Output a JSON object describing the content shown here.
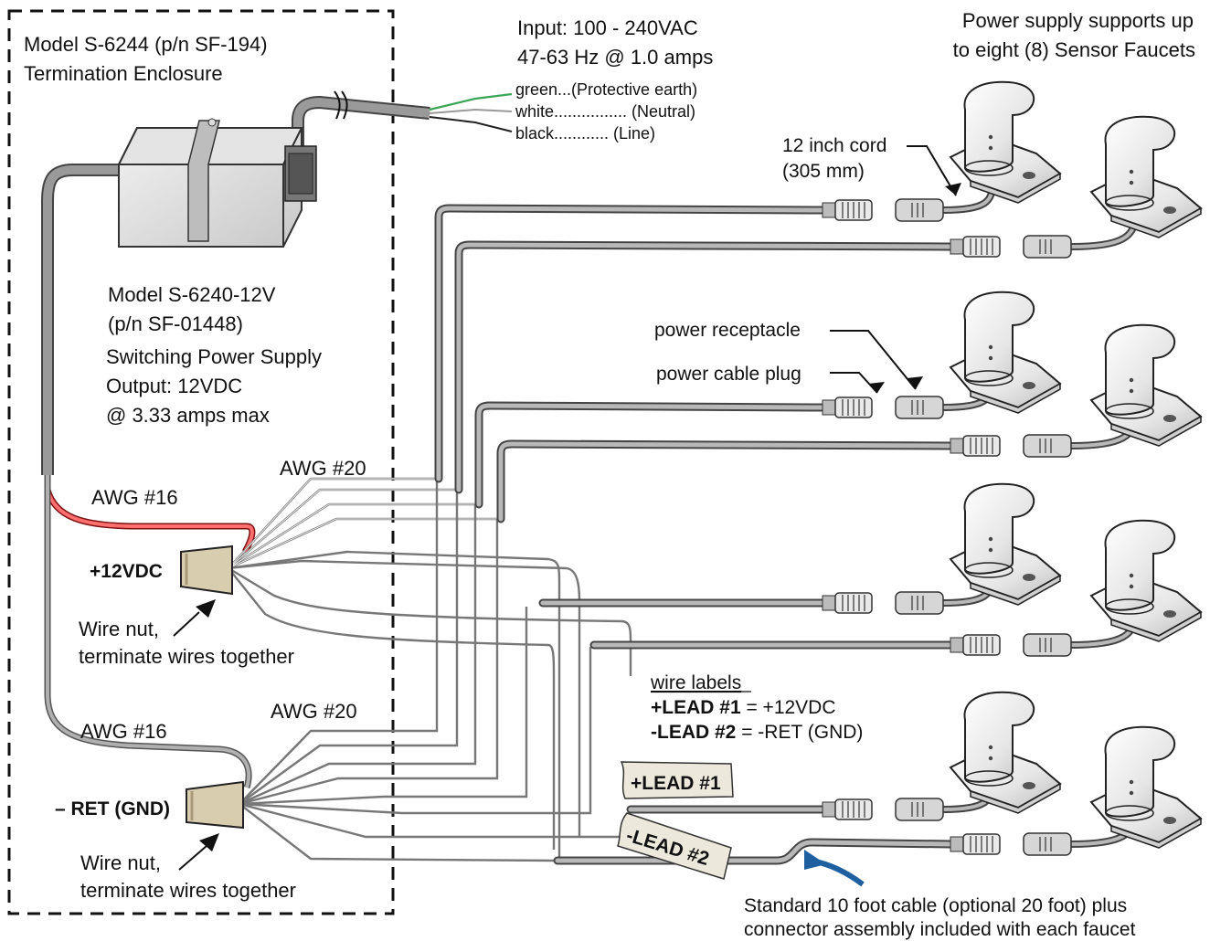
{
  "enclosure": {
    "title_line1": "Model S-6244 (p/n SF-194)",
    "title_line2": "Termination Enclosure"
  },
  "input": {
    "line1": "Input: 100 - 240VAC",
    "line2": "47-63 Hz @ 1.0 amps"
  },
  "mains_wires": {
    "green": "green...(Protective earth)",
    "white": "white................ (Neutral)",
    "black": "black............  (Line)"
  },
  "supports": {
    "line1": "Power supply supports up",
    "line2": "to eight (8) Sensor Faucets"
  },
  "cord": {
    "line1": "12 inch cord",
    "line2": "(305 mm)"
  },
  "power_supply": {
    "line1": "Model S-6240-12V",
    "line2": "(p/n  SF-01448)",
    "line3": "Switching Power Supply",
    "line4": "Output: 12VDC",
    "line5": "@ 3.33 amps max"
  },
  "connectors": {
    "receptacle": "power receptacle",
    "plug": "power cable plug"
  },
  "gauge": {
    "awg16_top": "AWG #16",
    "awg20_top": "AWG #20",
    "awg16_bottom": "AWG #16",
    "awg20_bottom": "AWG #20"
  },
  "wire_nut_pos": {
    "terminal": "+12VDC",
    "note1": "Wire nut,",
    "note2": "terminate wires together"
  },
  "wire_nut_neg": {
    "terminal": "– RET (GND)",
    "note1": "Wire nut,",
    "note2": "terminate wires together"
  },
  "wire_labels": {
    "heading": "wire labels",
    "lead1_key": "+LEAD #1",
    "lead1_val": " = +12VDC",
    "lead2_key": "-LEAD #2",
    "lead2_val": " = -RET (GND)"
  },
  "tags": {
    "lead1": "+LEAD #1",
    "lead2": "-LEAD #2"
  },
  "cable_note": {
    "line1": "Standard 10 foot cable (optional 20 foot) plus",
    "line2": "connector assembly included with each faucet"
  },
  "colors": {
    "wire": "#888888",
    "wire_dark": "#555555",
    "red_wire": "#e53935",
    "green_wire": "#3aa655",
    "nut": "#d9cdb0",
    "arrow": "#1e5fa0"
  }
}
